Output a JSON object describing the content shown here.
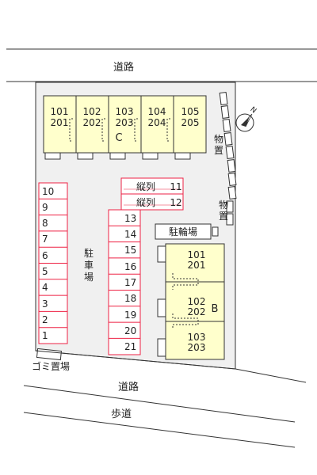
{
  "roads": {
    "north": "道路",
    "south": "道路",
    "sidewalk": "歩道"
  },
  "north_mark": "N",
  "buildings": {
    "c": {
      "label": "C",
      "units": [
        {
          "top": "101",
          "bottom": "201"
        },
        {
          "top": "102",
          "bottom": "202"
        },
        {
          "top": "103",
          "bottom": "203"
        },
        {
          "top": "104",
          "bottom": "204"
        },
        {
          "top": "105",
          "bottom": "205"
        }
      ]
    },
    "b": {
      "label": "B",
      "units": [
        {
          "top": "101",
          "bottom": "201"
        },
        {
          "top": "102",
          "bottom": "202"
        },
        {
          "top": "103",
          "bottom": "203"
        }
      ]
    }
  },
  "storage": {
    "upper": [
      "物",
      "置"
    ],
    "lower": [
      "物",
      "置"
    ]
  },
  "parking": {
    "label": [
      "駐",
      "車",
      "場"
    ],
    "left_column": [
      "10",
      "9",
      "8",
      "7",
      "6",
      "5",
      "4",
      "3",
      "2",
      "1"
    ],
    "middle_column": [
      "13",
      "14",
      "15",
      "16",
      "17",
      "18",
      "19",
      "20",
      "21"
    ],
    "tandem": [
      {
        "label": "縦列",
        "number": "11"
      },
      {
        "label": "縦列",
        "number": "12"
      }
    ]
  },
  "bike_parking": "駐輪場",
  "garbage": "ゴミ置場",
  "colors": {
    "building_fill": "#ffffcc",
    "site_fill": "#f0f0f0",
    "parking_stroke": "#ee2244",
    "line": "#333333"
  }
}
